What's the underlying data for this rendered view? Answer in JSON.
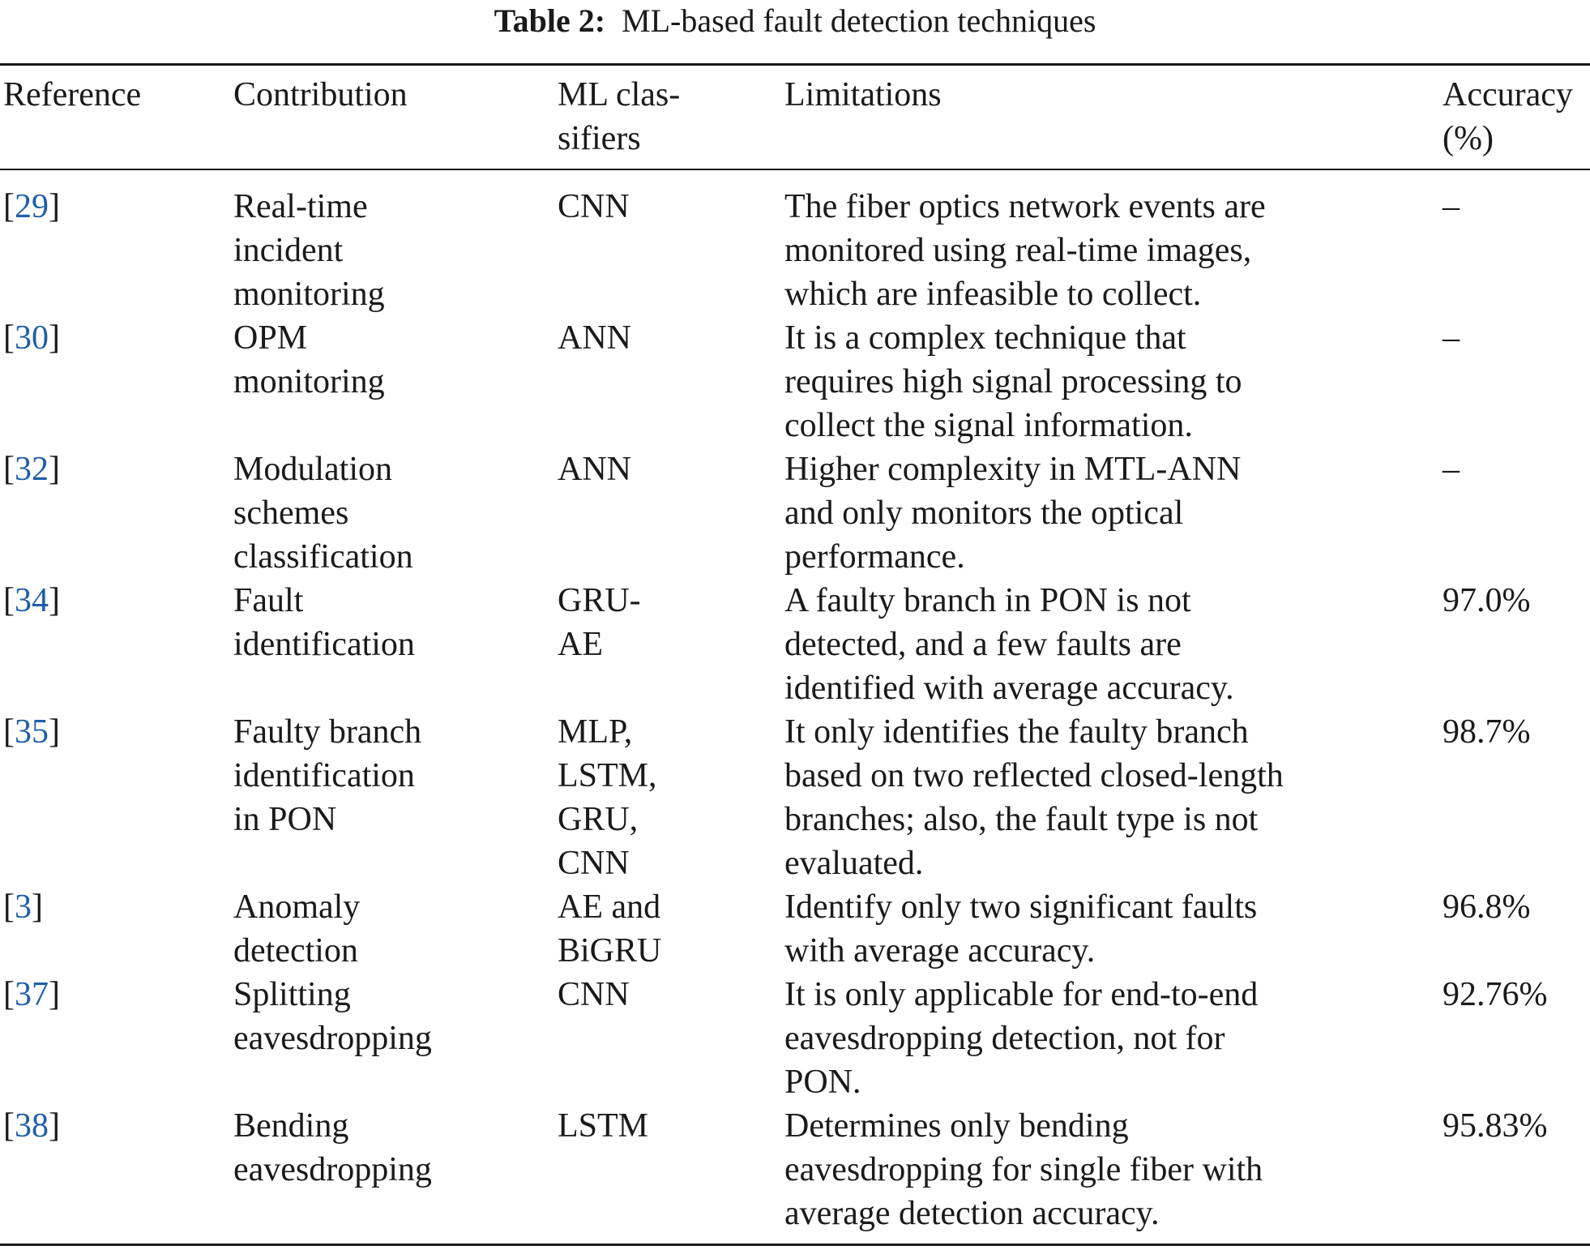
{
  "caption": {
    "label": "Table 2:",
    "title": "ML-based fault detection techniques"
  },
  "table": {
    "headers": [
      "Reference",
      "Contribution",
      "ML clas-\nsifiers",
      "Limitations",
      "Accuracy\n(%)"
    ],
    "link_color": "#1f5fa8",
    "rows": [
      {
        "ref": "29",
        "contribution": "Real-time\nincident\nmonitoring",
        "classifiers": "CNN",
        "limitations": "The fiber optics network events are\nmonitored using real-time images,\nwhich are infeasible to collect.",
        "accuracy": "–"
      },
      {
        "ref": "30",
        "contribution": "OPM\nmonitoring",
        "classifiers": "ANN",
        "limitations": "It is a complex technique that\nrequires high signal processing to\ncollect the signal information.",
        "accuracy": "–"
      },
      {
        "ref": "32",
        "contribution": "Modulation\nschemes\nclassification",
        "classifiers": "ANN",
        "limitations": "Higher complexity in MTL-ANN\nand only monitors the optical\nperformance.",
        "accuracy": "–"
      },
      {
        "ref": "34",
        "contribution": "Fault\nidentification",
        "classifiers": "GRU-\nAE",
        "limitations": "A faulty branch in PON is not\ndetected, and a few faults are\nidentified with average accuracy.",
        "accuracy": "97.0%"
      },
      {
        "ref": "35",
        "contribution": "Faulty branch\nidentification\nin PON",
        "classifiers": "MLP,\nLSTM,\nGRU,\nCNN",
        "limitations": "It only identifies the faulty branch\nbased on two reflected closed-length\nbranches; also, the fault type is not\nevaluated.",
        "accuracy": "98.7%"
      },
      {
        "ref": "3",
        "contribution": "Anomaly\ndetection",
        "classifiers": "AE and\nBiGRU",
        "limitations": "Identify only two significant faults\nwith average accuracy.",
        "accuracy": "96.8%"
      },
      {
        "ref": "37",
        "contribution": "Splitting\neavesdropping",
        "classifiers": "CNN",
        "limitations": "It is only applicable for end-to-end\neavesdropping detection, not for\nPON.",
        "accuracy": "92.76%"
      },
      {
        "ref": "38",
        "contribution": "Bending\neavesdropping",
        "classifiers": "LSTM",
        "limitations": "Determines only bending\neavesdropping for single fiber with\naverage detection accuracy.",
        "accuracy": "95.83%"
      }
    ]
  }
}
